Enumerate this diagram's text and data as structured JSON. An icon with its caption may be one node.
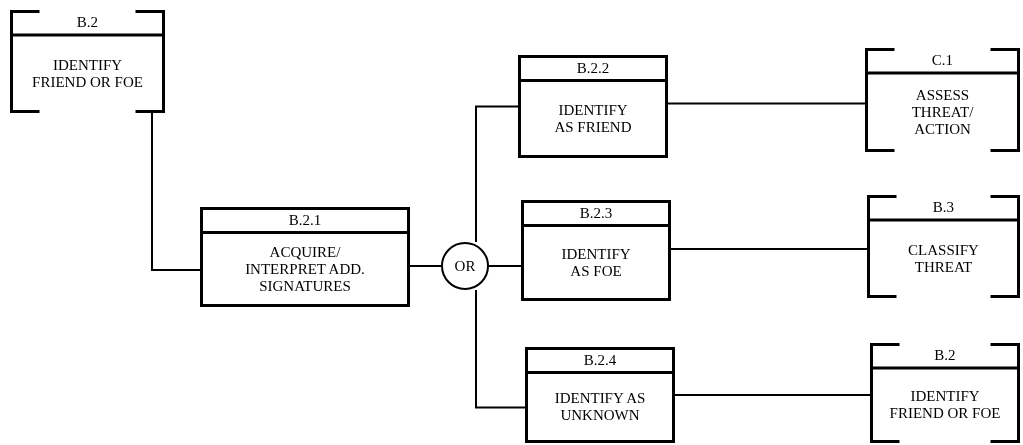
{
  "diagram": {
    "nodes": [
      {
        "text": [
          "B.2",
          "IDENTIFY FRIEND OR FOE"
        ]
      },
      {
        "text": [
          "B.2.1",
          "ACQUIRE/ INTERPRET ADD. SIGNATURES"
        ]
      },
      {
        "text": [
          "OR"
        ]
      },
      {
        "text": [
          "B.2.2",
          "IDENTIFY AS FRIEND"
        ]
      },
      {
        "text": [
          "B.2.3",
          "IDENTIFY AS FOE"
        ]
      },
      {
        "text": [
          "B.2.4",
          "IDENTIFY AS UNKNOWN"
        ]
      },
      {
        "text": [
          "C.1",
          "ASSESS THREAT/ ACTION"
        ]
      },
      {
        "text": [
          "B.3",
          "CLASSIFY THREAT"
        ]
      },
      {
        "text": [
          "B.2",
          "IDENTIFY FRIEND OR FOE"
        ]
      }
    ],
    "edges": [
      {
        "from": 0,
        "to": 1,
        "arrow": "none"
      },
      {
        "from": 1,
        "to": 2,
        "arrow": "none"
      },
      {
        "from": 2,
        "to": 3,
        "arrow": "none"
      },
      {
        "from": 2,
        "to": 4,
        "arrow": "none"
      },
      {
        "from": 2,
        "to": 5,
        "arrow": "none"
      },
      {
        "from": 3,
        "to": 6,
        "arrow": "none"
      },
      {
        "from": 4,
        "to": 7,
        "arrow": "none"
      },
      {
        "from": 5,
        "to": 8,
        "arrow": "none"
      }
    ]
  }
}
